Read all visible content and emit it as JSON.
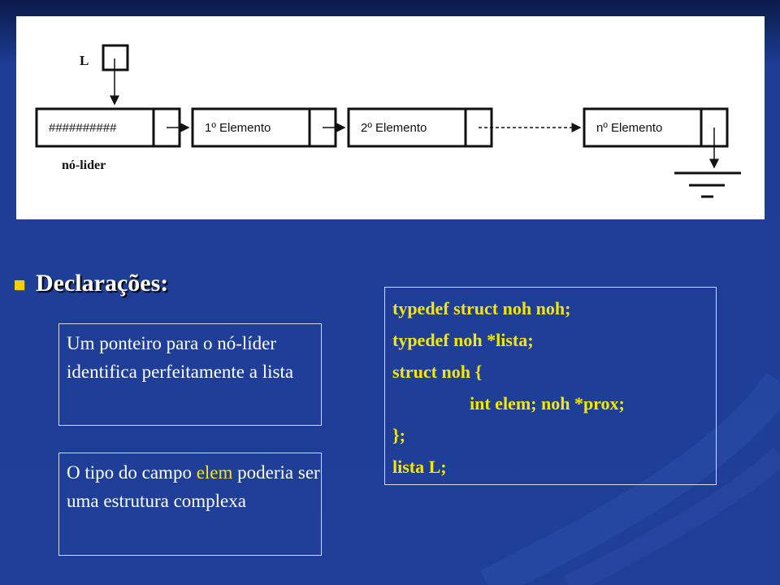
{
  "diagram": {
    "pointer_label": "L",
    "leader_content": "##########",
    "leader_caption": "nó-lider",
    "nodes": [
      "1º Elemento",
      "2º Elemento",
      "nº Elemento"
    ]
  },
  "heading": "Declarações:",
  "notes": {
    "first": "Um ponteiro para o nó-líder identifica perfeitamente a lista",
    "second_prefix": "O tipo do campo ",
    "second_highlight": "elem",
    "second_suffix": " poderia ser uma estrutura complexa"
  },
  "code": [
    "typedef struct noh noh;",
    "typedef noh *lista;",
    "struct noh {",
    "int elem; noh *prox;",
    "};",
    "lista L;"
  ],
  "colors": {
    "background": "#1f3f98",
    "bullet": "#f5d000",
    "code_text": "#f5e800",
    "note_text": "#ffffff"
  }
}
